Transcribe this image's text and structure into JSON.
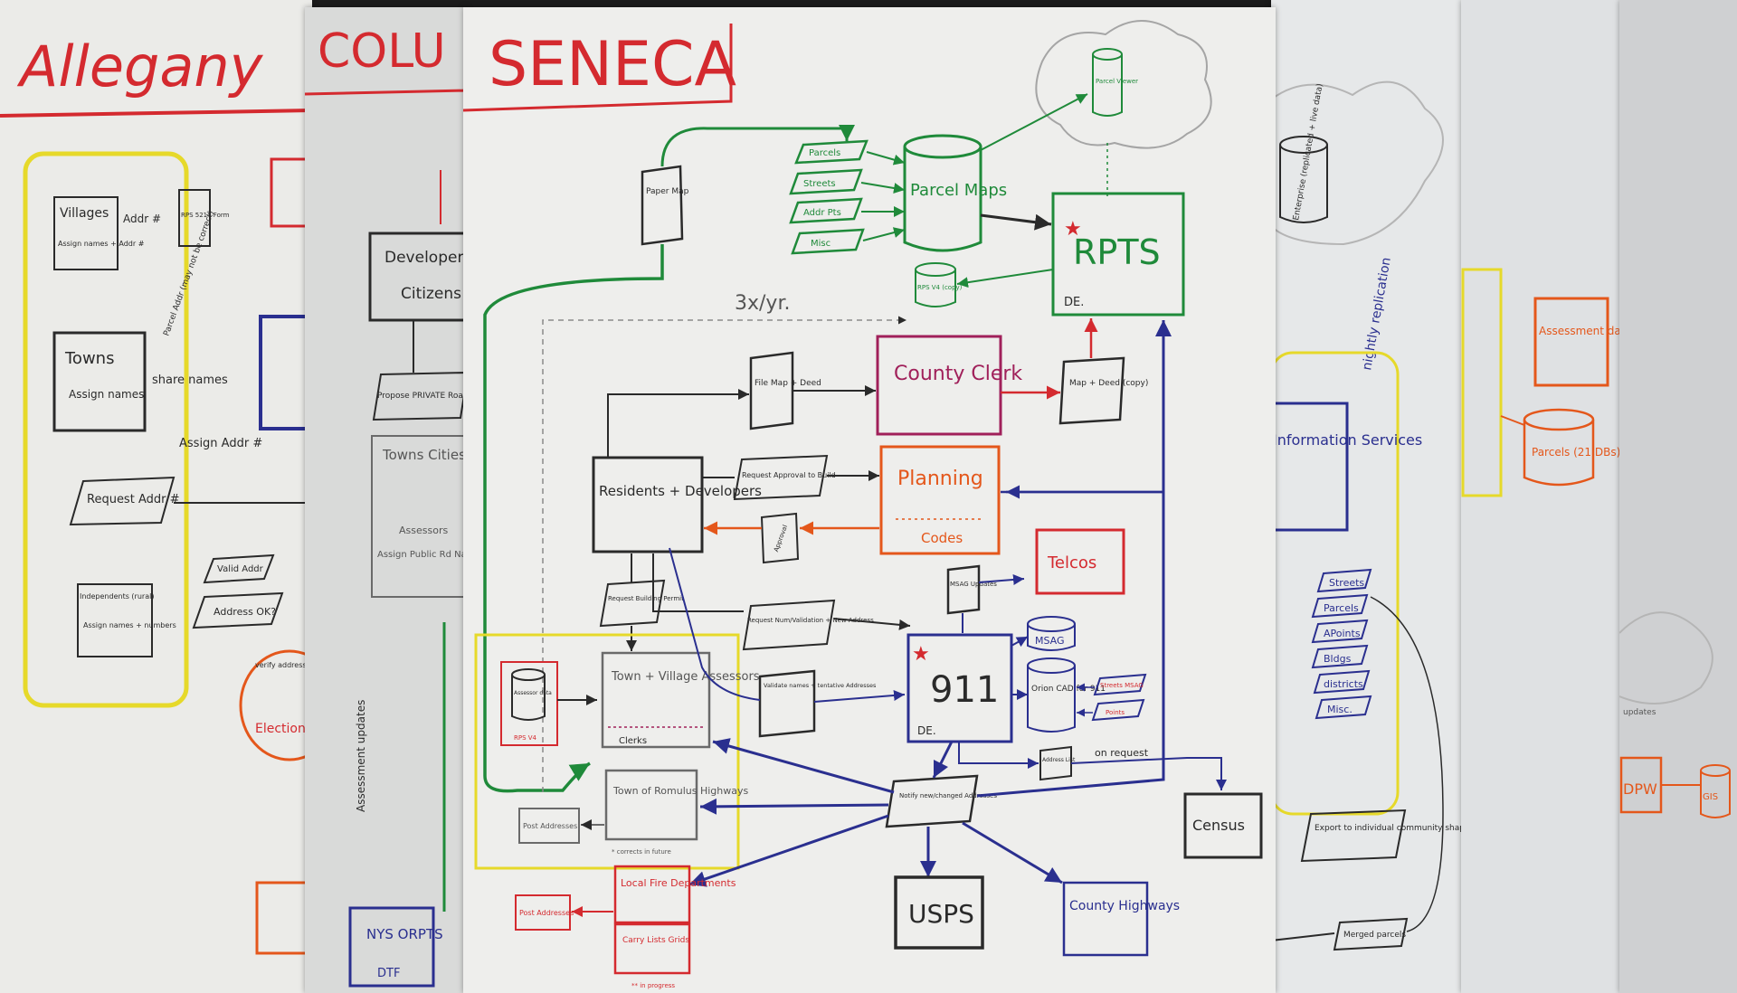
{
  "colors": {
    "red": "#d42a2f",
    "green": "#1f8a3a",
    "blue": "#2a2f8f",
    "black": "#2a2a2a",
    "orange": "#e4571b",
    "purple": "#a0205a",
    "yellow": "#e6d92a",
    "gray": "#8a8a8a"
  },
  "allegany": {
    "title": "Allegany",
    "villages": "Villages",
    "villages_sub": "Assign names + Addr #",
    "addr": "Addr #",
    "rps": "RPS 5217 Form",
    "towns": "Towns",
    "towns_sub": "Assign names",
    "share": "share names",
    "parcel": "Parcel Addr (may not be correct)",
    "assign_addr": "Assign Addr #",
    "request": "Request Addr #",
    "independent": "Independents (rural)",
    "independent_sub": "Assign names + numbers",
    "valid": "Valid Addr",
    "address_ok": "Address OK?",
    "verify": "verify address",
    "election": "Election"
  },
  "columbia": {
    "title": "COLU",
    "developers": "Developers",
    "citizens": "Citizens",
    "propose": "Propose PRIVATE Road Names",
    "towns": "Towns Cities Villages",
    "assessors": "Assessors",
    "assign": "Assign Public Rd Names",
    "updates": "Assessment updates",
    "orpts": "NYS ORPTS",
    "dtf": "DTF"
  },
  "seneca": {
    "title": "SENECA",
    "paper_map": "Paper Map",
    "parcels": "Parcels",
    "streets": "Streets",
    "addr_pts": "Addr Pts",
    "misc": "Misc",
    "parcel_maps": "Parcel Maps",
    "cloud_db": "Parcel Viewer",
    "rpts": "RPTS",
    "de_rpts": "DE.",
    "rps_copy": "RPS V4 (copy)",
    "freq": "3x/yr.",
    "file_map": "File Map + Deed",
    "county_clerk": "County Clerk",
    "map_deed": "Map + Deed (copy)",
    "residents": "Residents + Developers",
    "request_approval": "Request Approval to Build",
    "planning": "Planning",
    "codes": "Codes",
    "approval": "Approval",
    "telcos": "Telcos",
    "request_permit": "Request Building Permit",
    "request_num": "Request Num/Validation + New Address",
    "msag_updates": "MSAG Updates",
    "nine11": "911",
    "de_911": "DE.",
    "msag": "MSAG",
    "orion": "Orion CAD for 911",
    "street_msag": "Streets MSAG",
    "points": "Points",
    "assessor_data": "Assessor data",
    "rps_v4": "RPS V4",
    "town_village": "Town + Village Assessors",
    "clerks": "Clerks",
    "validate": "Validate names + tentative Addresses",
    "address_list": "Address List",
    "on_request": "on request",
    "romulus": "Town of Romulus Highways",
    "romulus_note": "* corrects in future",
    "post_addresses": "Post Addresses",
    "notify": "Notify new/changed Addresses",
    "census": "Census",
    "local_fire": "Local Fire Departments",
    "carry_lists": "Carry Lists Grids",
    "post_addresses2": "Post Addresses",
    "in_progress": "** in progress",
    "usps": "USPS",
    "county_highways": "County Highways"
  },
  "right1": {
    "enterprise": "Enterprise (replicated + live data)",
    "nightly": "nightly replication",
    "info_services": "Information Services",
    "streets": "Streets",
    "parcels": "Parcels",
    "apoints": "APoints",
    "bldgs": "Bldgs",
    "districts": "districts",
    "misc": "Misc.",
    "export": "Export to individual community shape files",
    "merged": "Merged parcels"
  },
  "right2": {
    "assessment": "Assessment data",
    "parcels": "Parcels (21 DBs)"
  },
  "right3": {
    "dpw": "DPW",
    "gis": "GIS",
    "updates": "updates"
  }
}
